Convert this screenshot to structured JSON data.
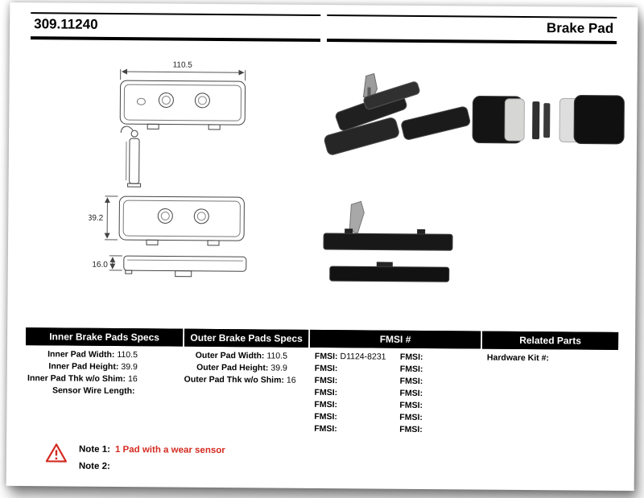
{
  "header": {
    "part_number": "309.11240",
    "title": "Brake Pad"
  },
  "dimensions": {
    "width": "110.5",
    "height": "39.2",
    "thickness": "16.0"
  },
  "table": {
    "columns": [
      "Inner Brake Pads Specs",
      "Outer Brake Pads Specs",
      "FMSI #",
      "Related Parts"
    ],
    "inner": {
      "rows": [
        {
          "label": "Inner Pad Width:",
          "value": "110.5"
        },
        {
          "label": "Inner Pad Height:",
          "value": "39.9"
        },
        {
          "label": "Inner Pad Thk w/o Shim:",
          "value": "16"
        },
        {
          "label": "Sensor Wire Length:",
          "value": ""
        }
      ]
    },
    "outer": {
      "rows": [
        {
          "label": "Outer Pad Width:",
          "value": "110.5"
        },
        {
          "label": "Outer Pad Height:",
          "value": "39.9"
        },
        {
          "label": "Outer Pad Thk w/o Shim:",
          "value": "16"
        }
      ]
    },
    "fmsi": {
      "rows": [
        {
          "l": "FMSI:",
          "lv": "D1124-8231",
          "r": "FMSI:",
          "rv": ""
        },
        {
          "l": "FMSI:",
          "lv": "",
          "r": "FMSI:",
          "rv": ""
        },
        {
          "l": "FMSI:",
          "lv": "",
          "r": "FMSI:",
          "rv": ""
        },
        {
          "l": "FMSI:",
          "lv": "",
          "r": "FMSI:",
          "rv": ""
        },
        {
          "l": "FMSI:",
          "lv": "",
          "r": "FMSI:",
          "rv": ""
        },
        {
          "l": "FMSI:",
          "lv": "",
          "r": "FMSI:",
          "rv": ""
        },
        {
          "l": "FMSI:",
          "lv": "",
          "r": "FMSI:",
          "rv": ""
        }
      ]
    },
    "related": {
      "rows": [
        {
          "label": "Hardware Kit #:",
          "value": ""
        }
      ]
    }
  },
  "notes": {
    "note1_label": "Note 1:",
    "note1_text": "1 Pad with a wear sensor",
    "note2_label": "Note 2:",
    "note2_text": ""
  },
  "colors": {
    "note_red": "#d42a1f",
    "header_bg": "#000000",
    "header_fg": "#ffffff"
  }
}
